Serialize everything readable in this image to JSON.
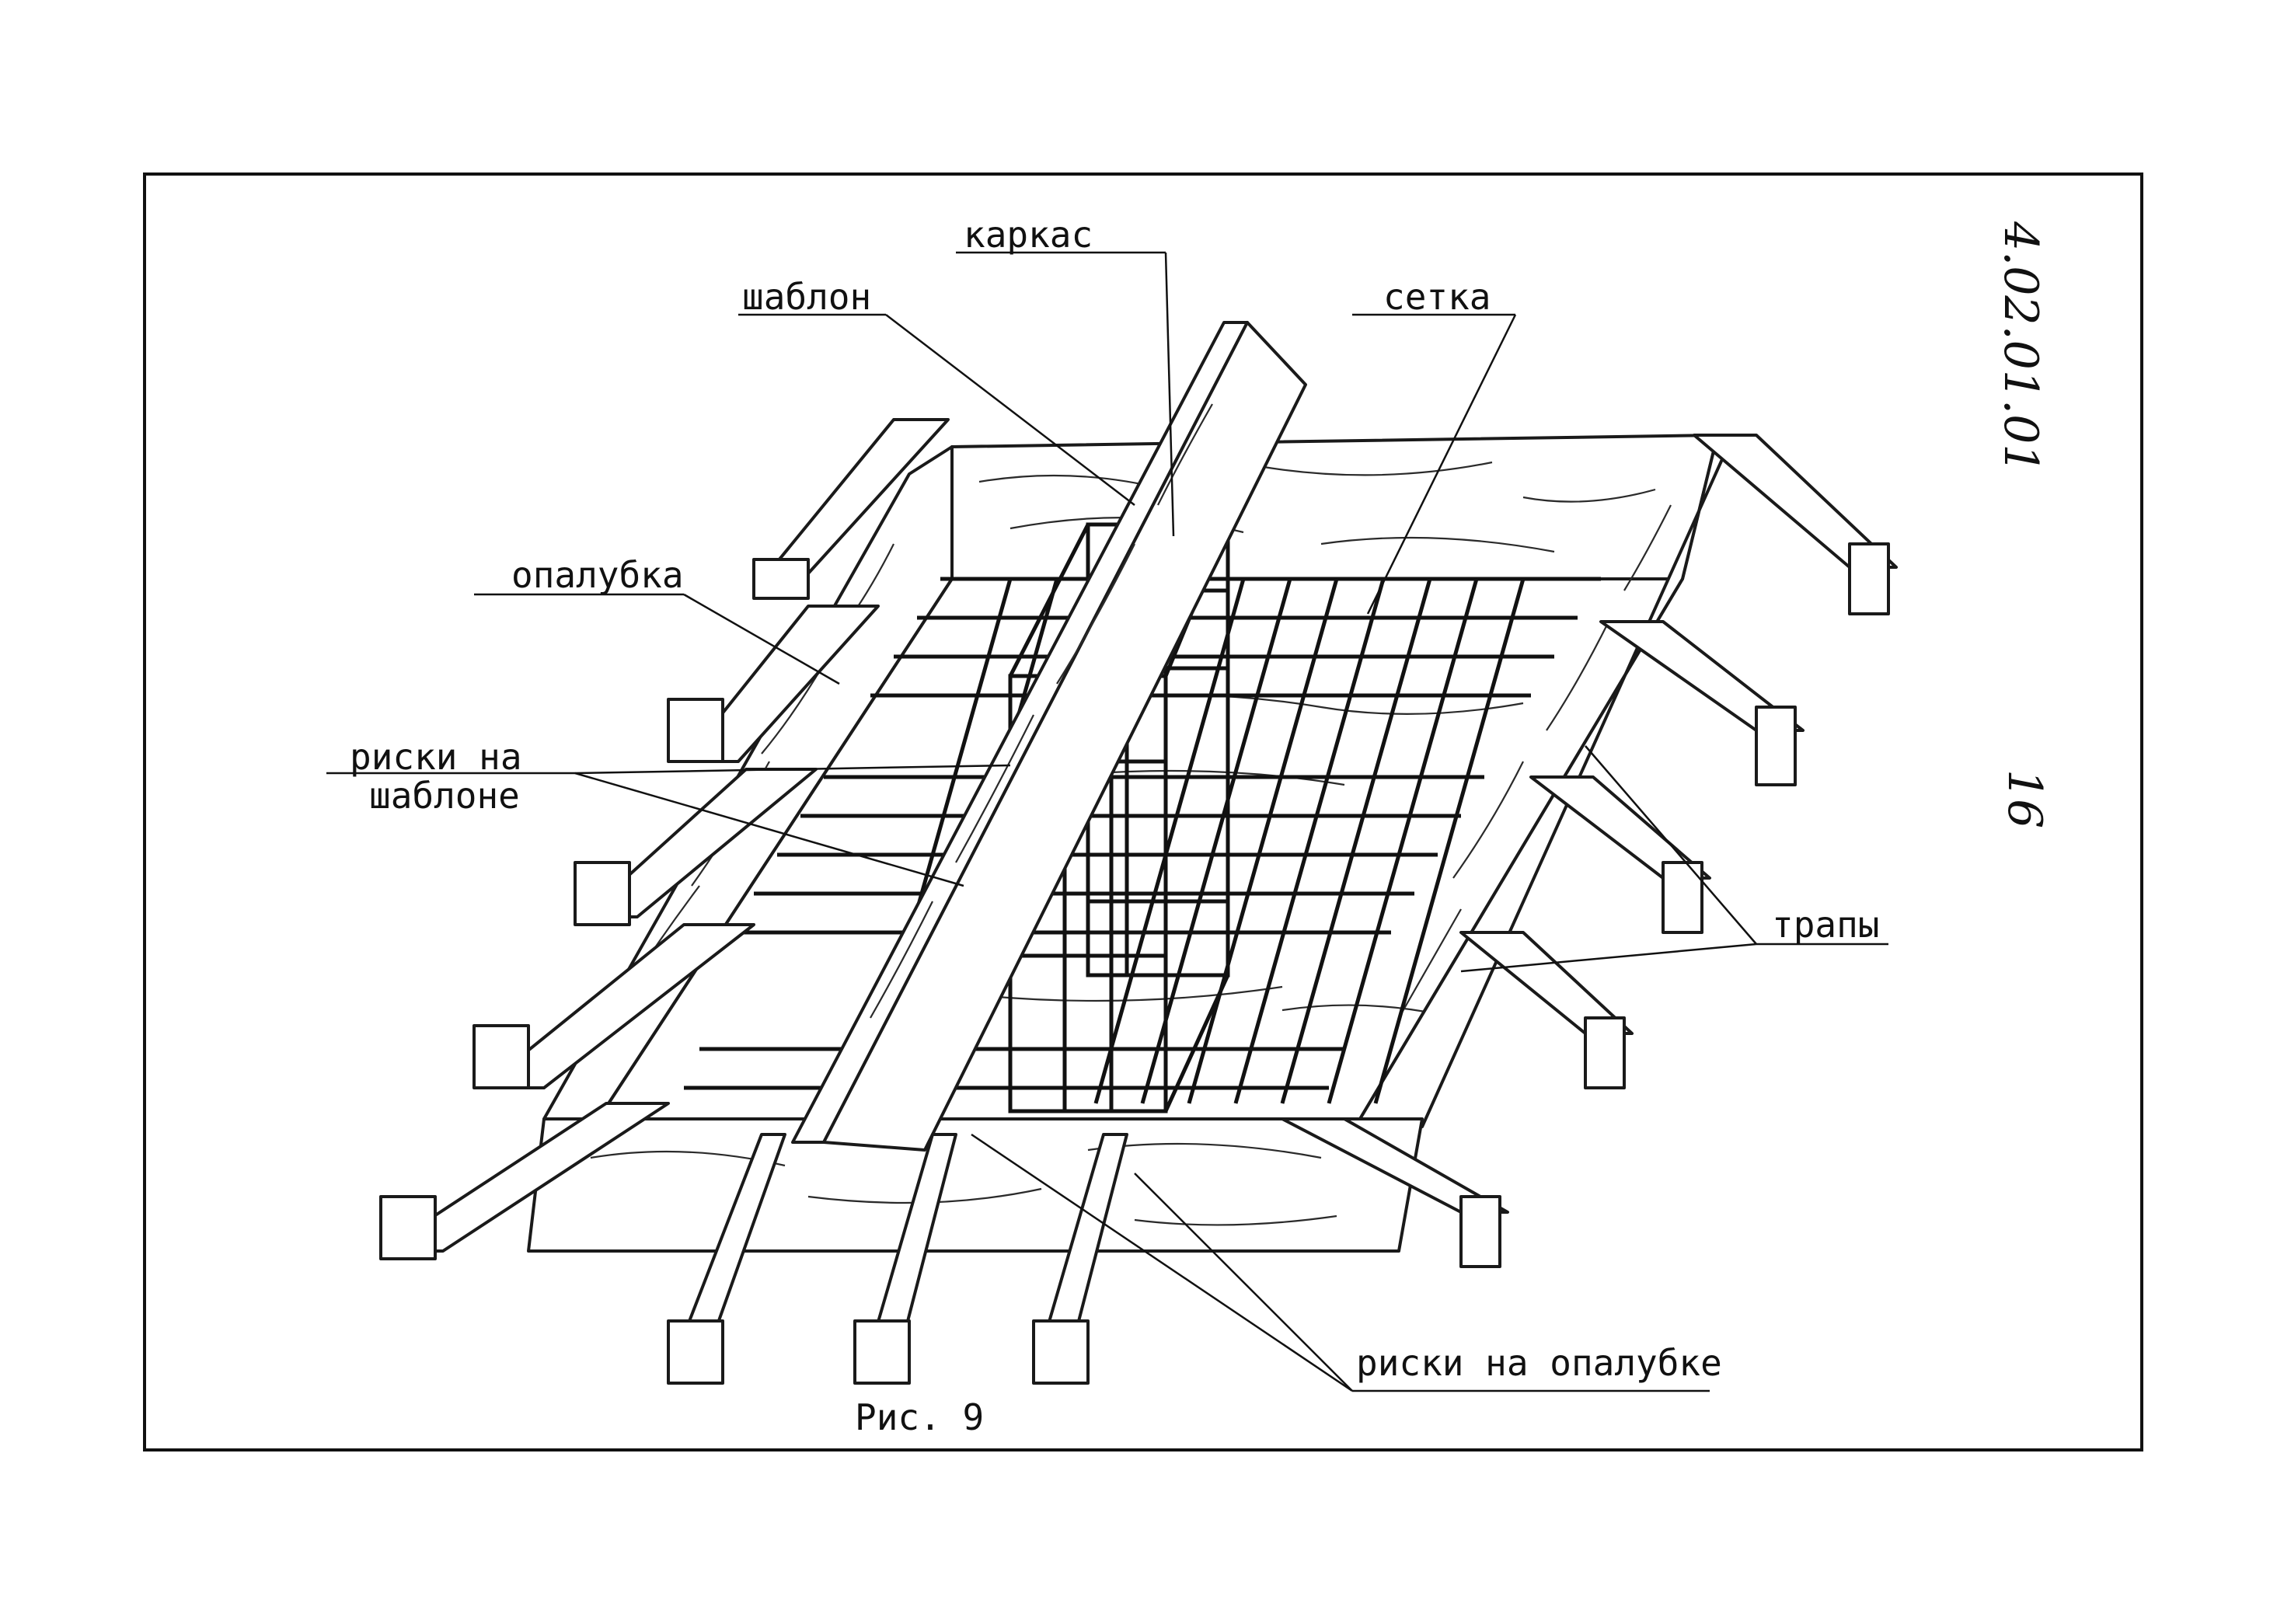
{
  "document": {
    "code": "4.02.01.01",
    "page_number": "16",
    "caption": "Рис. 9"
  },
  "labels": {
    "karkas": "каркас",
    "shablon": "шаблон",
    "setka": "сетка",
    "opalubka": "опалубка",
    "riski_shablon_line1": "риски на",
    "riski_shablon_line2": "шаблоне",
    "trapy": "трапы",
    "riski_opalubka": "риски на опалубке"
  }
}
